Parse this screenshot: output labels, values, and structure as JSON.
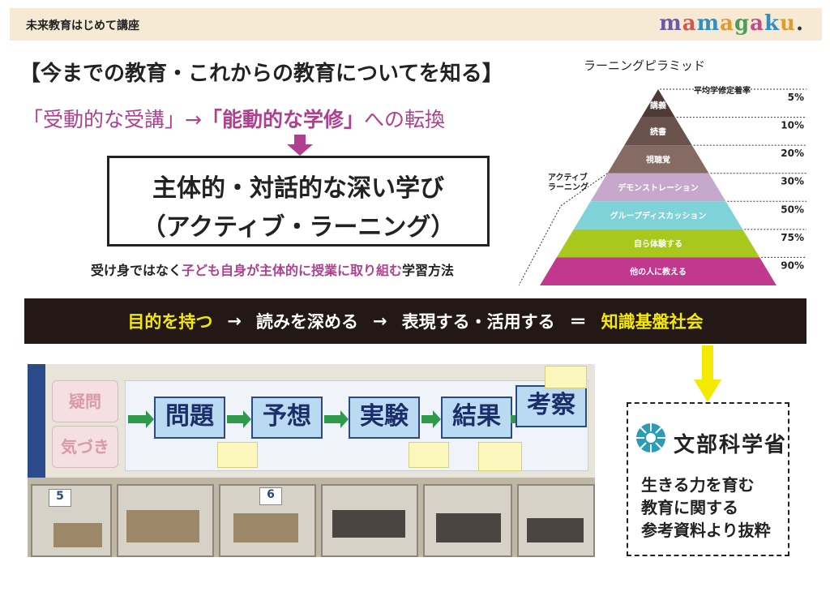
{
  "header": {
    "title": "未来教育はじめて講座",
    "logo_letters": [
      "m",
      "a",
      "m",
      "a",
      "g",
      "a",
      "k",
      "u",
      "."
    ],
    "logo_colors": [
      "#6b5aa8",
      "#d9534f",
      "#2f8fc2",
      "#e39a2c",
      "#4a9e5c",
      "#c44a8a",
      "#2f8fc2",
      "#e39a2c",
      "#333333"
    ]
  },
  "main": {
    "heading": "【今までの教育・これからの教育についてを知る】",
    "shift_part1": "「受動的な受講」→",
    "shift_part2": "「能動的な学修」",
    "shift_part3": "への転換",
    "box_line1": "主体的・対話的な深い学び",
    "box_line2": "（アクティブ・ラーニング）",
    "note_part1": "受け身ではなく",
    "note_part2": "子ども自身が主体的に授業に取り組む",
    "note_part3": "学習方法"
  },
  "pyramid": {
    "title": "ラーニングピラミッド",
    "header": "平均学修定着率",
    "active_label_line1": "アクティブ",
    "active_label_line2": "ラーニング",
    "levels": [
      {
        "label": "講義",
        "rate": "5%",
        "color": "#4e3b38"
      },
      {
        "label": "読書",
        "rate": "10%",
        "color": "#6a524d"
      },
      {
        "label": "視聴覚",
        "rate": "20%",
        "color": "#866a64"
      },
      {
        "label": "デモンストレーション",
        "rate": "30%",
        "color": "#c6a8cc"
      },
      {
        "label": "グループディスカッション",
        "rate": "50%",
        "color": "#7fd3d8"
      },
      {
        "label": "自ら体験する",
        "rate": "75%",
        "color": "#a8c81e"
      },
      {
        "label": "他の人に教える",
        "rate": "90%",
        "color": "#c0398f"
      }
    ]
  },
  "process_bar": {
    "step1": "目的を持つ",
    "arrow": "→",
    "step2": "読みを深める",
    "step3": "表現する・活用する",
    "equals": "＝",
    "result": "知識基盤社会"
  },
  "photo": {
    "cards": [
      "問題",
      "予想",
      "実験",
      "結果",
      "考察"
    ],
    "pink_cards": [
      "疑問",
      "気づき"
    ],
    "cabinet_numbers": [
      "5",
      "6"
    ]
  },
  "mext": {
    "name": "文部科学省",
    "text_line1": "生きる力を育む",
    "text_line2": "教育に関する",
    "text_line3": "参考資料より抜粋"
  }
}
